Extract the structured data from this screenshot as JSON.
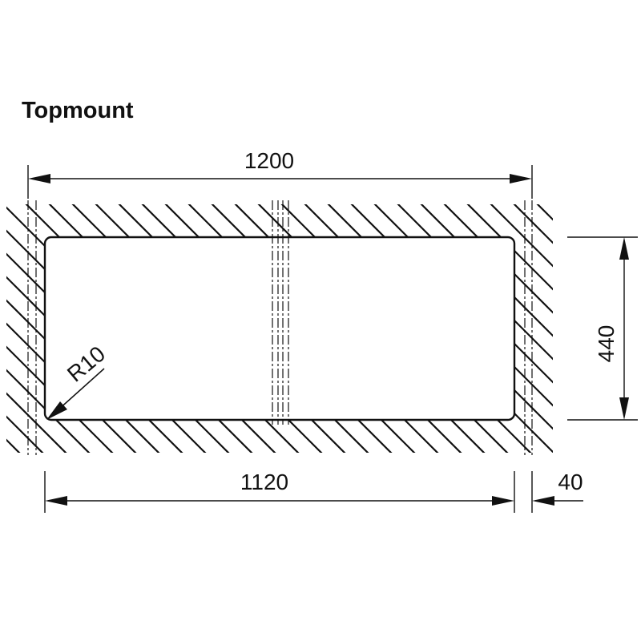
{
  "title": "Topmount",
  "dimensions": {
    "overall_width": "1200",
    "cutout_width": "1120",
    "side_margin": "40",
    "height": "440",
    "corner_radius": "R10"
  },
  "colors": {
    "line": "#111111",
    "background": "#ffffff"
  }
}
